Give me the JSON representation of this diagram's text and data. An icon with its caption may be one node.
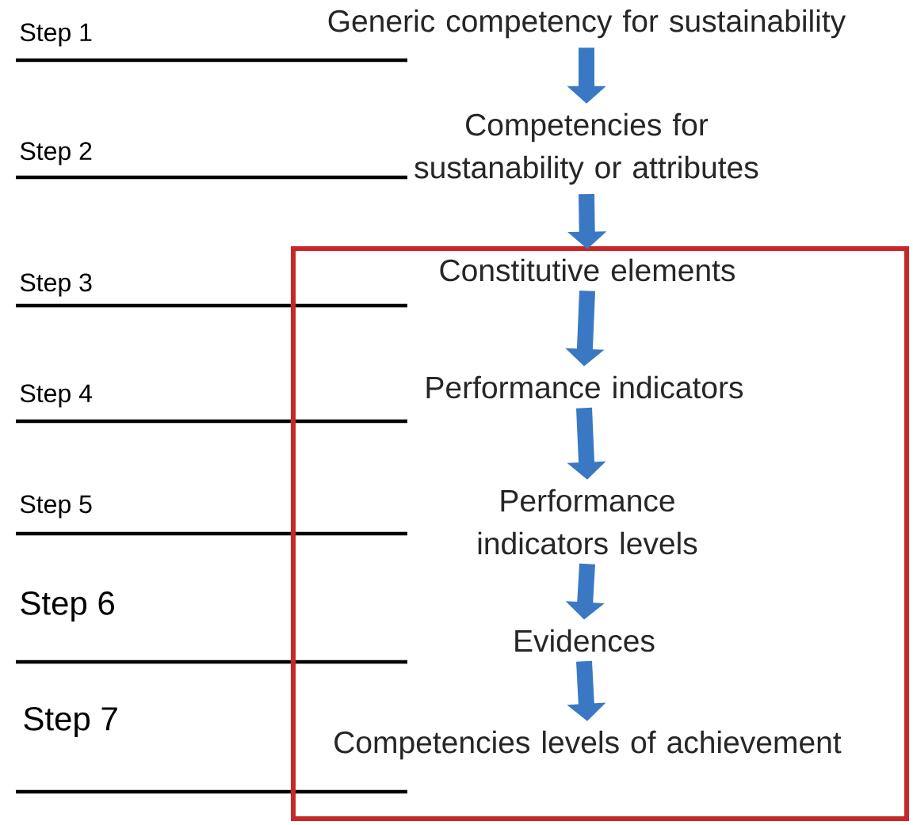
{
  "diagram": {
    "nodes": [
      {
        "text": [
          "Generic competency for sustainability"
        ]
      },
      {
        "text": [
          "Competencies for sustanability or attributes"
        ]
      },
      {
        "text": [],
        "shape": "box"
      },
      {
        "text": [
          "Constitutive elements"
        ],
        "in": 2
      },
      {
        "text": [
          "Performance indicators"
        ],
        "in": 2
      },
      {
        "text": [
          "Performance indicators levels"
        ],
        "in": 2
      },
      {
        "text": [
          "Evidences"
        ],
        "in": 2
      },
      {
        "text": [
          "Competencies levels of achievement"
        ],
        "in": 2
      }
    ],
    "edges": [
      {
        "from": 0,
        "to": 1,
        "arrow": "to"
      },
      {
        "from": 1,
        "to": 3,
        "arrow": "to"
      },
      {
        "from": 3,
        "to": 4,
        "arrow": "to"
      },
      {
        "from": 4,
        "to": 5,
        "arrow": "to"
      },
      {
        "from": 5,
        "to": 6,
        "arrow": "to"
      },
      {
        "from": 6,
        "to": 7,
        "arrow": "to"
      }
    ],
    "labels": [
      "Step 1",
      "Step 2",
      "Step 3",
      "Step 4",
      "Step 5",
      "Step 6",
      "Step 7"
    ]
  }
}
